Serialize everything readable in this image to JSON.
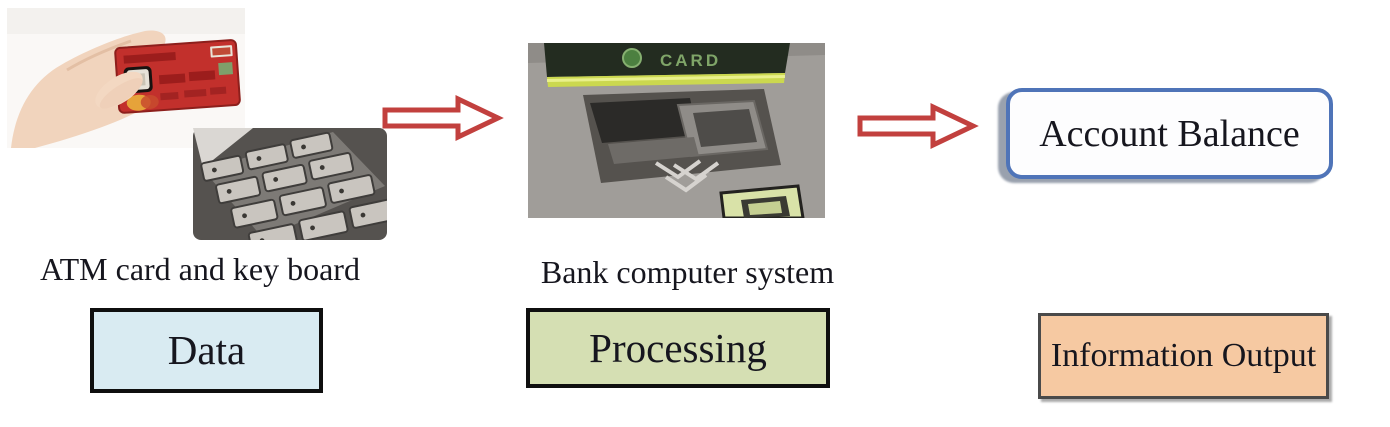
{
  "page": {
    "background": "#ffffff",
    "kind": "atm-data-processing-flow-diagram"
  },
  "stage_input": {
    "caption": "ATM card and key board",
    "box_label": "Data",
    "box_fill": "#d9ebf2"
  },
  "stage_processing": {
    "caption": "Bank computer system",
    "box_label": "Processing",
    "box_fill": "#d5dfb3"
  },
  "stage_output": {
    "result_label": "Account Balance",
    "box_label": "Information Output",
    "box_fill": "#f6c9a2",
    "result_border_color": "#4f74b8"
  },
  "photos": {
    "input_photo": "hand-holding-red-atm-card-and-metal-keypad",
    "processing_photo": "atm-card-slot",
    "card_slot_text": "CARD"
  },
  "arrows": {
    "color": "#c2403e",
    "count": 2
  },
  "colors": {
    "text": "#16161e",
    "box_border": "#0f0f0f",
    "info_border": "#4a4a4a"
  }
}
